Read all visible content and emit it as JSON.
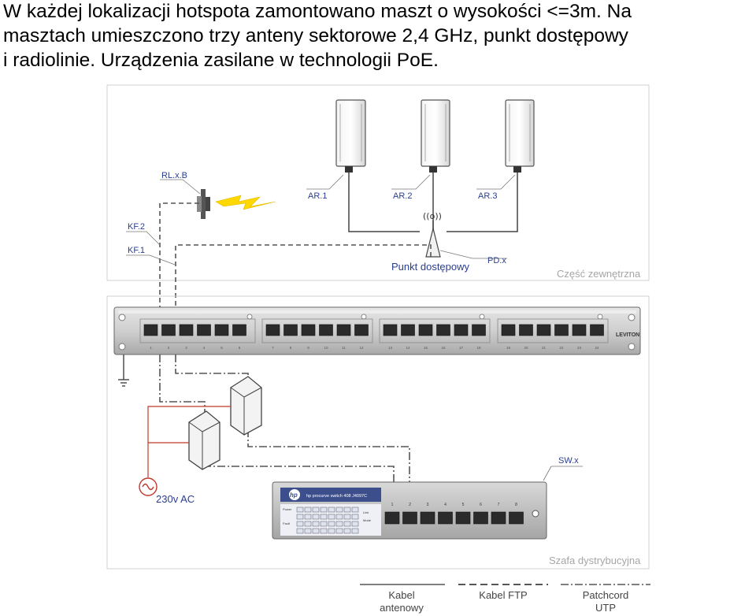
{
  "caption": {
    "line1": "W każdej lokalizacji hotspota zamontowano maszt o wysokości <=3m. Na",
    "line2": "masztach umieszczono trzy anteny sektorowe 2,4 GHz, punkt dostępowy",
    "line3": "i radiolinie. Urządzenia zasilane w technologii PoE."
  },
  "diagram": {
    "labels": {
      "rl": "RL.x.B",
      "ar1": "AR.1",
      "ar2": "AR.2",
      "ar3": "AR.3",
      "kf2": "KF.2",
      "kf1": "KF.1",
      "pdx": "PD.x",
      "ap": "Punkt dostępowy",
      "outdoor": "Część zewnętrzna",
      "swx": "SW.x",
      "power": "230v AC",
      "cabinet": "Szafa dystrybucyjna",
      "wifi_symbol": "((o))"
    },
    "patch_panel": {
      "brand": "LEVITON",
      "port_numbers": [
        "1",
        "2",
        "3",
        "4",
        "5",
        "6",
        "7",
        "8",
        "9",
        "10",
        "11",
        "12",
        "13",
        "14",
        "15",
        "16",
        "17",
        "18",
        "19",
        "20",
        "21",
        "22",
        "23",
        "24"
      ]
    },
    "switch": {
      "brand_logo": "hp",
      "model": "hp procurve switch 408 J4097C",
      "led_labels": [
        "Power",
        "Fault"
      ],
      "mode_labels": [
        "Link",
        "Mode"
      ],
      "port_numbers": [
        "1",
        "2",
        "3",
        "4",
        "5",
        "6",
        "7",
        "8"
      ]
    },
    "legend": [
      {
        "line1": "Kabel",
        "line2": "antenowy",
        "style": "solid"
      },
      {
        "line1": "Kabel FTP",
        "line2": "",
        "style": "dashed"
      },
      {
        "line1": "Patchcord",
        "line2": "UTP",
        "style": "dashdot"
      }
    ],
    "colors": {
      "label_blue": "#2a3e8f",
      "bolt_yellow": "#ffd800",
      "power_red": "#c0392b",
      "switch_panel": "#3c4e8c"
    }
  }
}
